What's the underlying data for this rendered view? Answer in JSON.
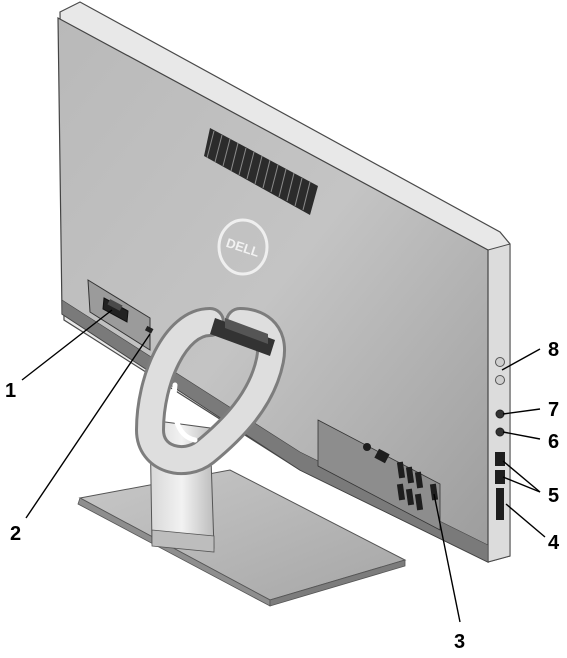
{
  "figure": {
    "brand_logo_text": "DELL",
    "callouts": [
      {
        "number": "1",
        "target": "video port"
      },
      {
        "number": "2",
        "target": "security cable slot"
      },
      {
        "number": "3",
        "target": "rear I/O panel"
      },
      {
        "number": "4",
        "target": "media card reader"
      },
      {
        "number": "5",
        "target": "USB ports"
      },
      {
        "number": "6",
        "target": "audio port"
      },
      {
        "number": "7",
        "target": "audio port"
      },
      {
        "number": "8",
        "target": "side buttons"
      }
    ]
  }
}
